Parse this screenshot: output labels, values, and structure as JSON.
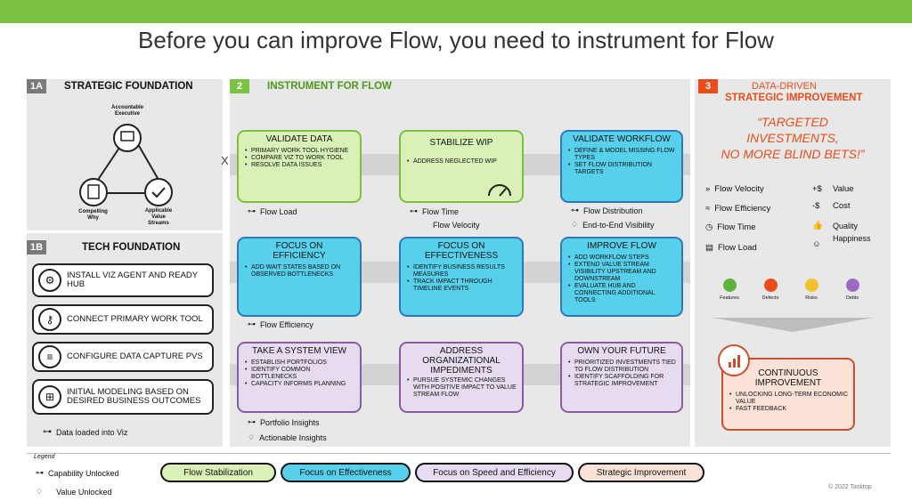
{
  "title": "Before you can improve Flow, you need to instrument for Flow",
  "s1a": {
    "num": "1A",
    "title": "STRATEGIC FOUNDATION",
    "nodes": {
      "top": "Accountable Executive",
      "left": "Compelling Why",
      "right": "Applicable Value Streams"
    }
  },
  "s1b": {
    "num": "1B",
    "title": "TECH FOUNDATION",
    "items": [
      "INSTALL VIZ AGENT AND READY HUB",
      "CONNECT PRIMARY WORK TOOL",
      "CONFIGURE DATA CAPTURE PVS",
      "INITIAL MODELING BASED ON DESIRED BUSINESS OUTCOMES"
    ],
    "footer": "Data loaded into Viz"
  },
  "s2": {
    "num": "2",
    "title": "INSTRUMENT FOR FLOW",
    "x_mark": "X",
    "boxes": {
      "validate_data": {
        "title": "VALIDATE DATA",
        "items": [
          "PRIMARY WORK TOOL HYGIENE",
          "COMPARE VIZ TO WORK TOOL",
          "RESOLVE DATA ISSUES"
        ]
      },
      "stabilize_wip": {
        "title": "STABILIZE WIP",
        "items": [
          "ADDRESS NEGLECTED WIP"
        ]
      },
      "validate_workflow": {
        "title": "VALIDATE WORKFLOW",
        "items": [
          "DEFINE & MODEL MISSING FLOW TYPES",
          "SET FLOW DISTRIBUTION TARGETS"
        ]
      },
      "focus_efficiency": {
        "title": "FOCUS ON EFFICIENCY",
        "items": [
          "ADD WAIT STATES BASED ON OBSERVED BOTTLENECKS"
        ]
      },
      "focus_effectiveness": {
        "title": "FOCUS ON EFFECTIVENESS",
        "items": [
          "IDENTIFY BUSINESS RESULTS MEASURES",
          "TRACK IMPACT THROUGH TIMELINE EVENTS"
        ]
      },
      "improve_flow": {
        "title": "IMPROVE FLOW",
        "items": [
          "ADD WORKFLOW STEPS",
          "EXTEND VALUE STREAM VISIBILITY UPSTREAM AND DOWNSTREAM",
          "EVALUATE HUB AND CONNECTING ADDITIONAL TOOLS"
        ]
      },
      "system_view": {
        "title": "TAKE A SYSTEM VIEW",
        "items": [
          "ESTABLISH PORTFOLIOS",
          "IDENTIFY COMMON BOTTLENECKS",
          "CAPACITY INFORMS PLANNING"
        ]
      },
      "address_org": {
        "title": "ADDRESS ORGANIZATIONAL IMPEDIMENTS",
        "items": [
          "PURSUE SYSTEMIC CHANGES WITH POSITIVE IMPACT TO VALUE STREAM FLOW"
        ]
      },
      "own_future": {
        "title": "OWN YOUR FUTURE",
        "items": [
          "PRIORITIZED INVESTMENTS TIED TO FLOW DISTRIBUTION",
          "IDENTIFY SCAFFOLDING FOR STRATEGIC IMPROVEMENT"
        ]
      }
    },
    "labels": {
      "flow_load": "Flow Load",
      "flow_time": "Flow Time",
      "flow_velocity": "Flow Velocity",
      "flow_distribution": "Flow Distribution",
      "e2e": "End-to-End Visibility",
      "flow_efficiency": "Flow Efficiency",
      "portfolio": "Portfolio Insights",
      "actionable": "Actionable Insights"
    }
  },
  "s3": {
    "num": "3",
    "title1": "DATA-DRIVEN",
    "title2": "STRATEGIC IMPROVEMENT",
    "quote": [
      "“TARGETED",
      "INVESTMENTS,",
      "NO MORE BLIND BETS!”"
    ],
    "metrics_left": [
      "Flow Velocity",
      "Flow Efficiency",
      "Flow Time",
      "Flow Load"
    ],
    "metrics_right": [
      {
        "sym": "+$",
        "label": "Value"
      },
      {
        "sym": "-$",
        "label": "Cost"
      },
      {
        "sym": "",
        "label": "Quality"
      },
      {
        "sym": "",
        "label": "Happiness"
      }
    ],
    "flow_types": [
      "Features",
      "Defects",
      "Risks",
      "Debts"
    ],
    "ci": {
      "title": "CONTINUOUS IMPROVEMENT",
      "items": [
        "UNLOCKING LONG-TERM ECONOMIC VALUE",
        "FAST FEEDBACK"
      ]
    }
  },
  "legend": {
    "title": "Legend",
    "capability": "Capability Unlocked",
    "value": "Value Unlocked",
    "pills": [
      "Flow Stabilization",
      "Focus on Effectiveness",
      "Focus on Speed and Efficiency",
      "Strategic Improvement"
    ]
  },
  "copyright": "© 2022 Tasktop",
  "colors": {
    "green": "#7cc242",
    "accent_orange": "#e84e1b",
    "section_gray": "#888888"
  }
}
